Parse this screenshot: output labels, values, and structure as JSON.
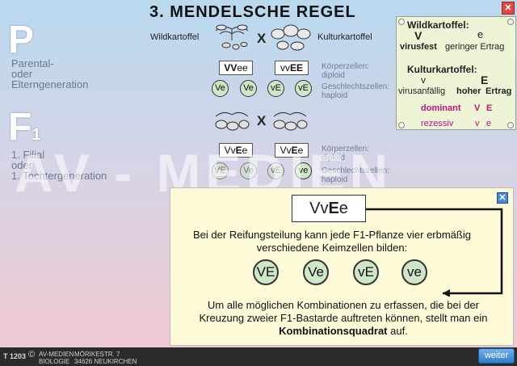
{
  "title": "3.  MENDELSCHE  REGEL",
  "parental": {
    "letter": "P",
    "label_lines": [
      "Parental-",
      "oder",
      "Elterngeneration"
    ]
  },
  "f1": {
    "letter": "F",
    "subscript": "1",
    "label_lines": [
      "1.  Filial",
      "oder",
      "1.  Tochtergeneration"
    ]
  },
  "wildkartoffel_label": "Wildkartoffel",
  "kulturkartoffel_label": "Kulturkartoffel",
  "cross_symbol": "X",
  "p_row": {
    "genotype_left": {
      "bold": "VV",
      "rest": "ee"
    },
    "genotype_right": {
      "rest": "vv",
      "bold": "EE"
    },
    "koerperzellen": [
      "Körperzellen:",
      "diploid"
    ],
    "gametes": [
      "Ve",
      "Ve",
      "vE",
      "vE"
    ],
    "geschlechtszellen": [
      "Geschlechtszellen:",
      "haploid"
    ]
  },
  "f1_row": {
    "genotype_left": {
      "a": "V",
      "b": "v",
      "c": "E",
      "d": "e"
    },
    "genotype_right": {
      "a": "V",
      "b": "v",
      "c": "E",
      "d": "e"
    },
    "koerperzellen": [
      "Körperzellen:",
      "diploid"
    ],
    "gametes": [
      "VE",
      "Ve",
      "vE",
      "ve"
    ],
    "geschlechtszellen": [
      "Geschlechtszellen:",
      "haploid"
    ]
  },
  "legend": {
    "wild_title": "Wildkartoffel:",
    "wild_V": "V",
    "wild_e": "e",
    "wild_desc1": "virusfest",
    "wild_desc2": "geringer  Ertrag",
    "kultur_title": "Kulturkartoffel:",
    "kultur_v": "v",
    "kultur_E": "E",
    "kultur_desc1": "virusanfällig",
    "kultur_desc2": "hoher",
    "kultur_desc3": "Ertrag",
    "dominant_label": "dominant",
    "dominant_V": "V",
    "dominant_E": "E",
    "rezessiv_label": "rezessiv",
    "rezessiv_v": "v",
    "rezessiv_e": "e",
    "colors": {
      "dominant": "#c0147c",
      "rezessiv": "#c0147c"
    }
  },
  "watermark": "AV - MEDIEN",
  "popup": {
    "genotype": {
      "a": "V",
      "b": "v",
      "c": "E",
      "d": "e"
    },
    "text1": "Bei der Reifungsteilung kann jede F1-Pflanze vier erbmäßig verschiedene Keimzellen bilden:",
    "gametes": [
      "VE",
      "Ve",
      "vE",
      "ve"
    ],
    "text2": "Um alle möglichen Kombinationen zu erfassen, die bei der Kreuzung zweier F1-Bastarde auftreten können, stellt man ein",
    "text2_bold": "Kombinationsquadrat",
    "text2_end": " auf.",
    "close_label": "✕"
  },
  "footer": {
    "code": "T 1203",
    "copyright": "©",
    "company_line1": "AV-MEDIEN",
    "company_line2": "BIOLOGIE",
    "address_line1": "MÖRIKESTR. 7",
    "address_line2": "34626  NEUKIRCHEN",
    "next_button": "weiter"
  },
  "window_close": "✕",
  "icons": {
    "window_close": "close-icon",
    "popup_close": "close-icon",
    "plant": "potato-plant-icon"
  }
}
